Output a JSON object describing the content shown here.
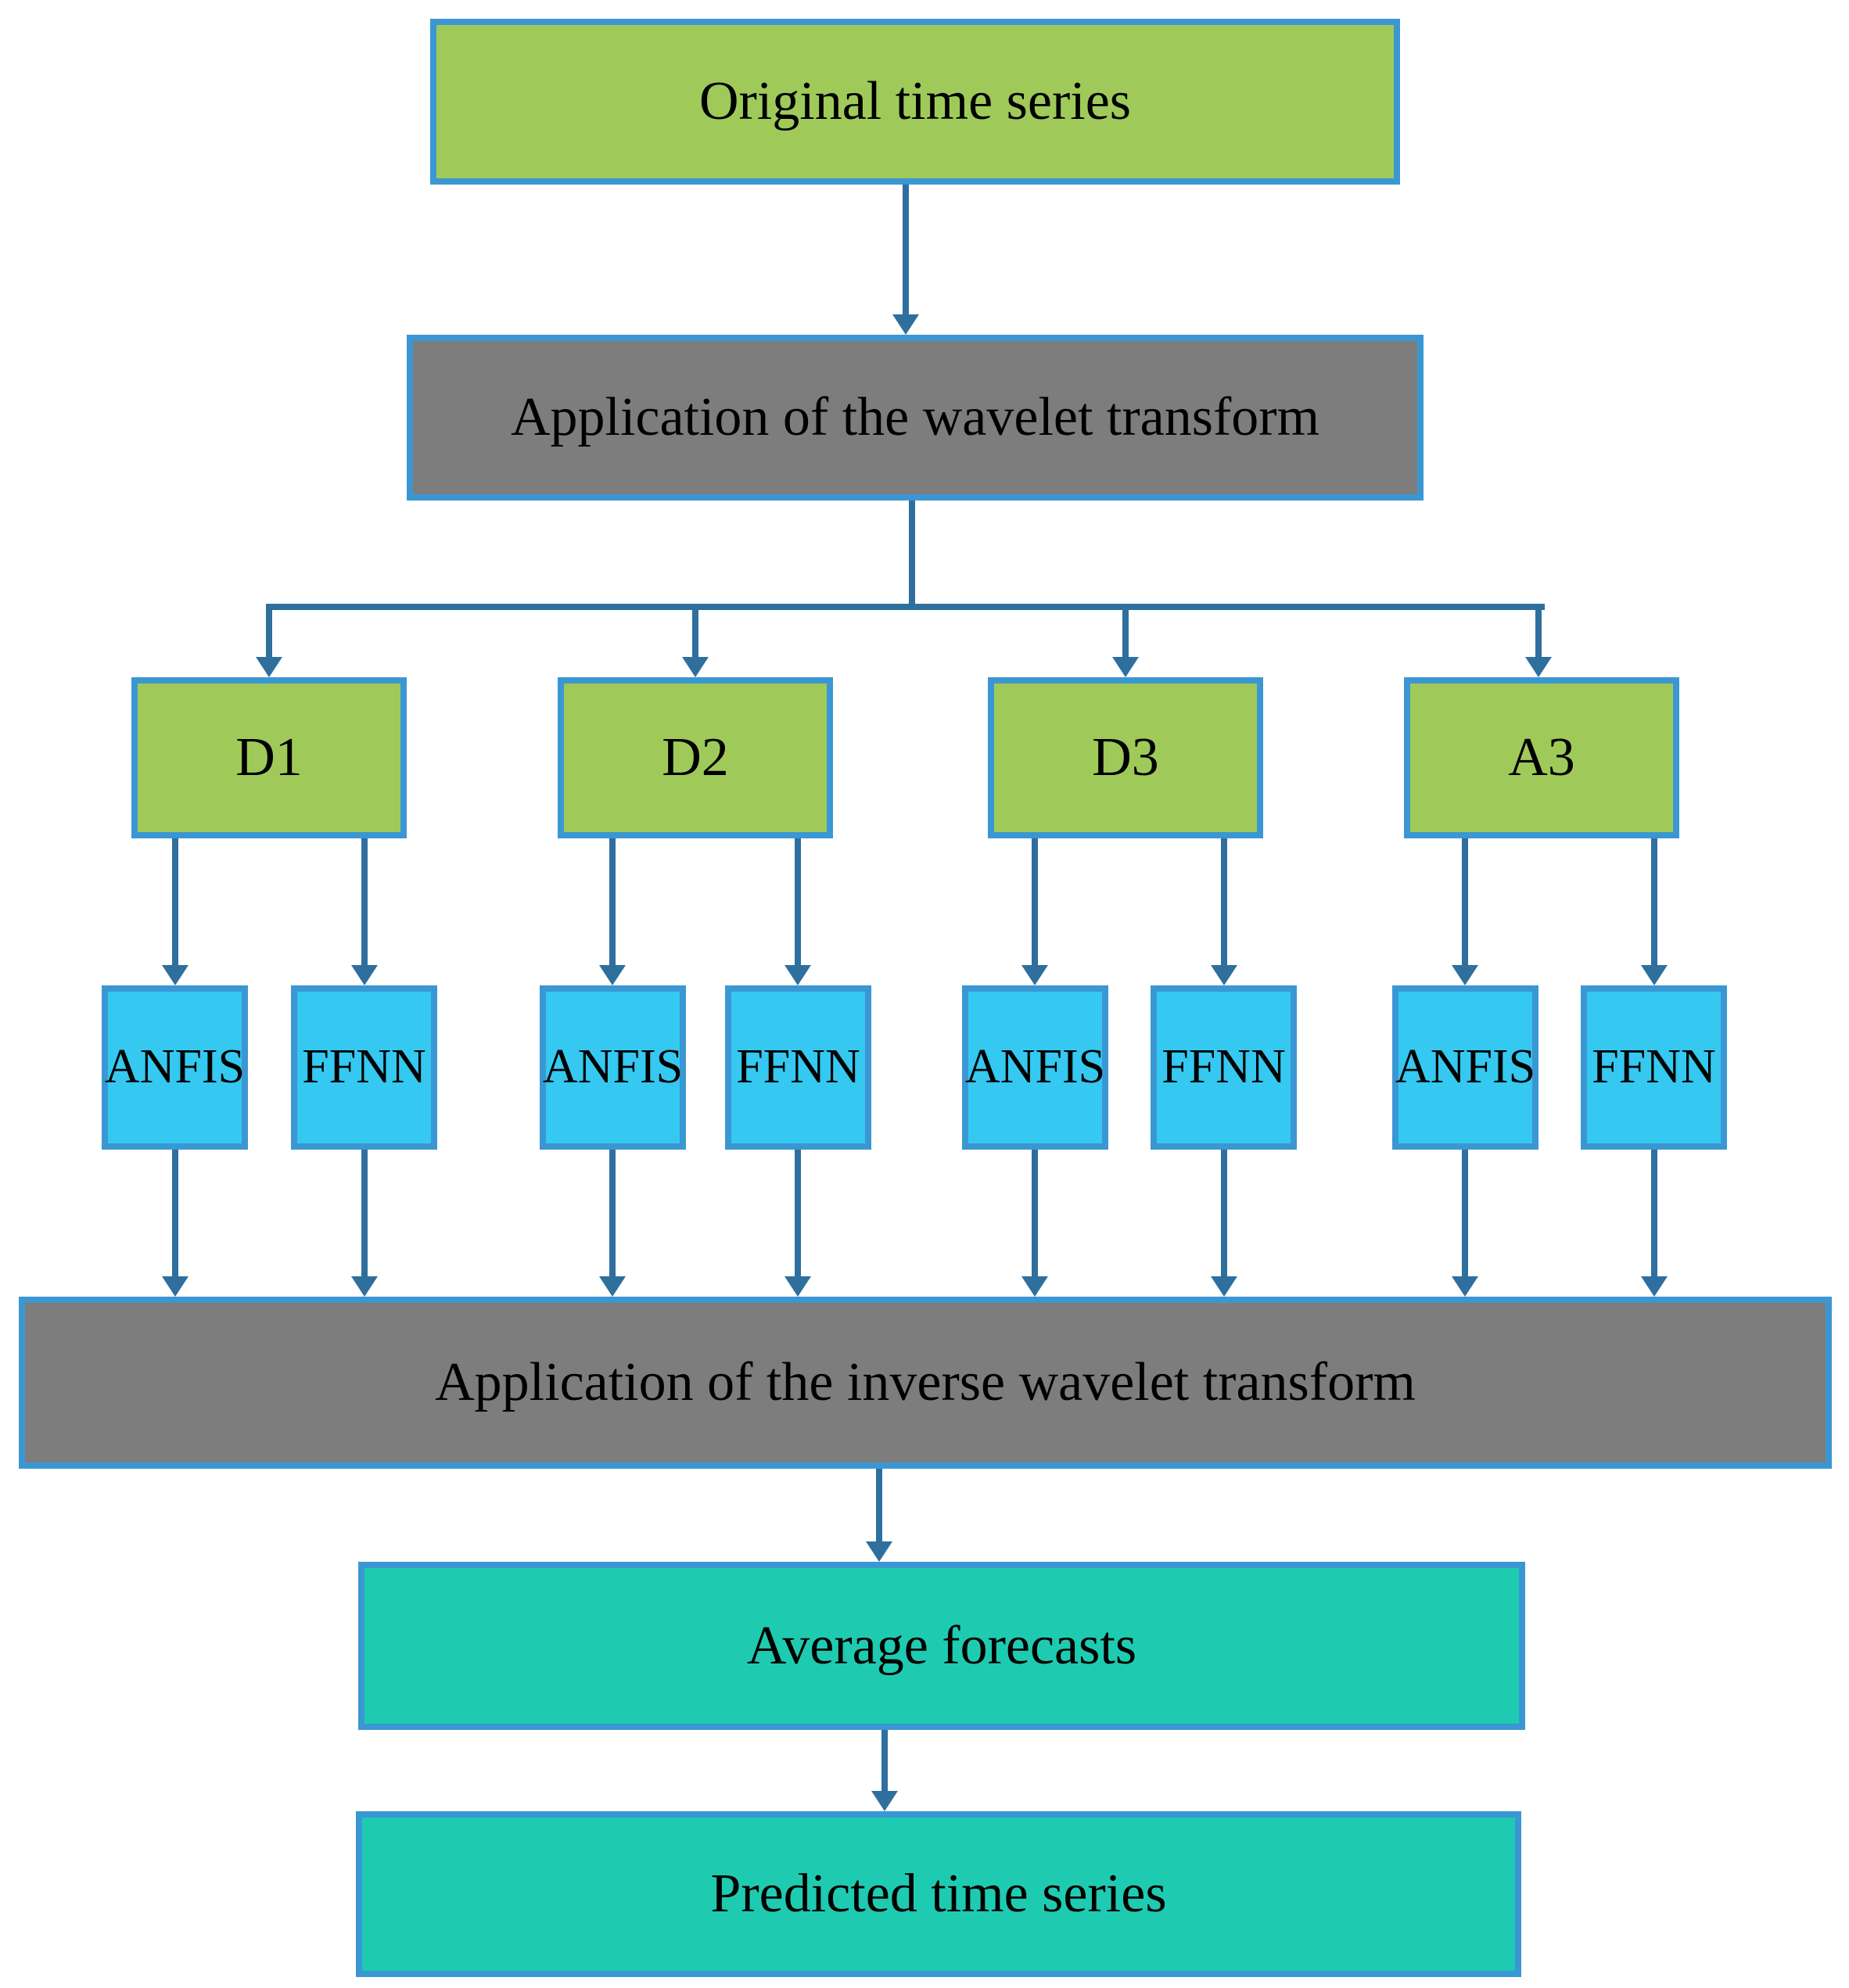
{
  "nodes": {
    "original": "Original time series",
    "wavelet_transform": "Application of the wavelet transform",
    "components": [
      "D1",
      "D2",
      "D3",
      "A3"
    ],
    "models": [
      "ANFIS",
      "FFNN",
      "ANFIS",
      "FFNN",
      "ANFIS",
      "FFNN",
      "ANFIS",
      "FFNN"
    ],
    "inverse_wavelet_transform": "Application of the inverse wavelet transform",
    "average_forecasts": "Average forecasts",
    "predicted": "Predicted time series"
  },
  "colors": {
    "component_fill": "#9fca5a",
    "process_fill": "#7d7d7d",
    "model_fill": "#35c8f0",
    "output_fill": "#1ecbb1",
    "box_border": "#3b97d3",
    "connector": "#2e6f9e",
    "label_text": "#000000",
    "background": "#ffffff"
  }
}
